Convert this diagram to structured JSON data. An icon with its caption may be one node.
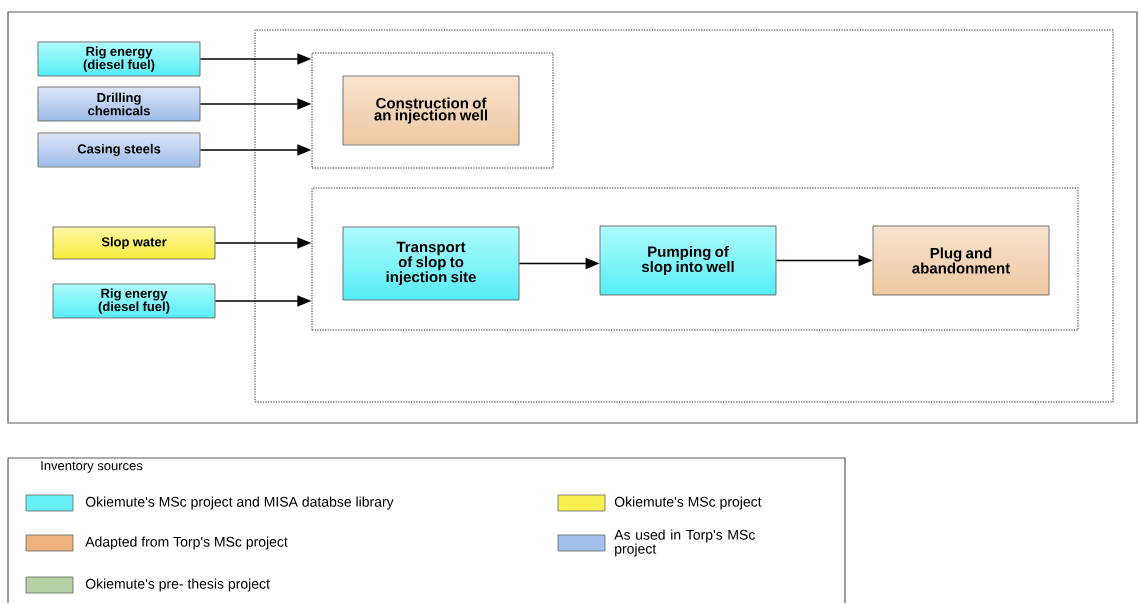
{
  "diagram": {
    "nodes": [
      {
        "text": [
          "Rig energy (diesel fuel)"
        ]
      },
      {
        "text": [
          "Drilling chemicals"
        ]
      },
      {
        "text": [
          "Casing steels"
        ]
      },
      {
        "text": [
          "Slop water"
        ]
      },
      {
        "text": [
          "Rig energy (diesel fuel)"
        ]
      },
      {
        "text": [],
        "shape": "box"
      },
      {
        "text": [],
        "shape": "box",
        "in": 5
      },
      {
        "text": [
          "Construction of an injection well"
        ],
        "in": 6
      },
      {
        "text": [],
        "shape": "box",
        "in": 5
      },
      {
        "text": [
          "Transport of slop to injection site"
        ],
        "in": 8
      },
      {
        "text": [
          "Pumping of slop into well"
        ],
        "in": 8
      },
      {
        "text": [
          "Plug and abandonment"
        ],
        "in": 8
      }
    ],
    "edges": [
      {
        "from": 0,
        "to": 6,
        "arrow": "to"
      },
      {
        "from": 1,
        "to": 6,
        "arrow": "to"
      },
      {
        "from": 2,
        "to": 6,
        "arrow": "to"
      },
      {
        "from": 3,
        "to": 8,
        "arrow": "to"
      },
      {
        "from": 4,
        "to": 8,
        "arrow": "to"
      },
      {
        "from": 9,
        "to": 10,
        "arrow": "to"
      },
      {
        "from": 10,
        "to": 11,
        "arrow": "to"
      }
    ],
    "labels": [
      "Inventory sources"
    ],
    "legend": [
      {
        "text": "Okiemute's MSc project and MISA databse library",
        "color": "#66f0f5"
      },
      {
        "text": "Okiemute's MSc project",
        "color": "#f7ee50"
      },
      {
        "text": "Adapted from Torp's MSc project",
        "color": "#efb27c"
      },
      {
        "text": "As used in Torp's MSc project",
        "color": "#a3c0ec"
      },
      {
        "text": "Okiemute's pre- thesis project",
        "color": "#b4d0a4"
      }
    ]
  }
}
